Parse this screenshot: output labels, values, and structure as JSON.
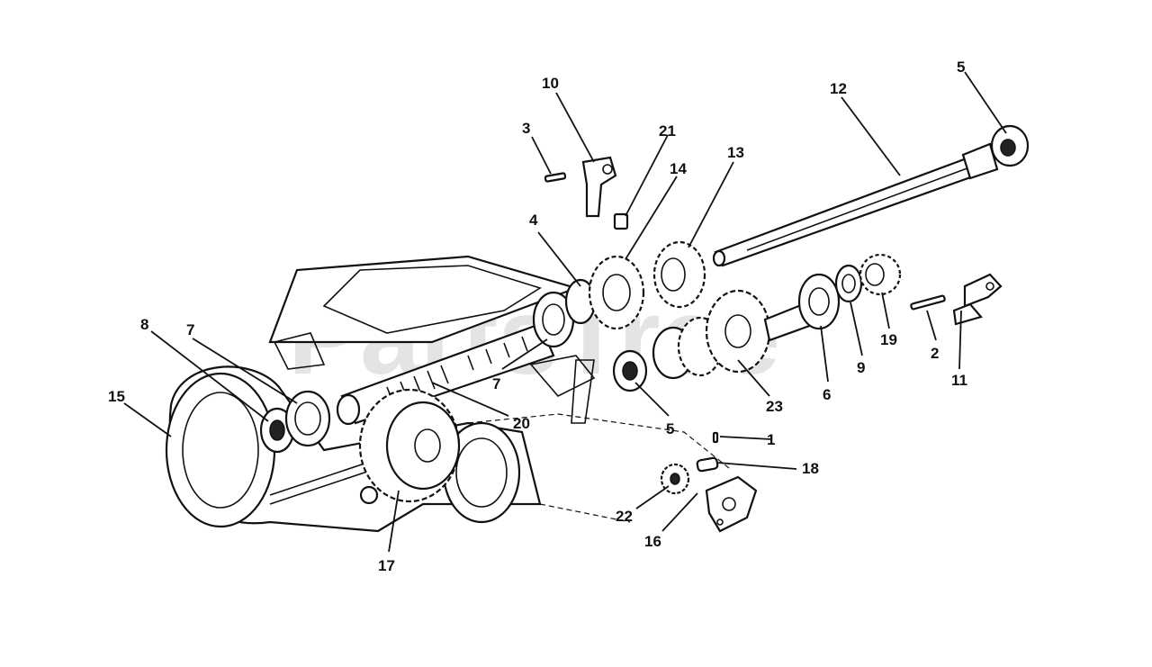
{
  "watermark": "PartsTree",
  "callouts": [
    "1",
    "2",
    "3",
    "4",
    "5",
    "5",
    "6",
    "7",
    "7",
    "8",
    "9",
    "10",
    "11",
    "12",
    "13",
    "14",
    "15",
    "16",
    "17",
    "18",
    "19",
    "20",
    "21",
    "22",
    "23"
  ]
}
